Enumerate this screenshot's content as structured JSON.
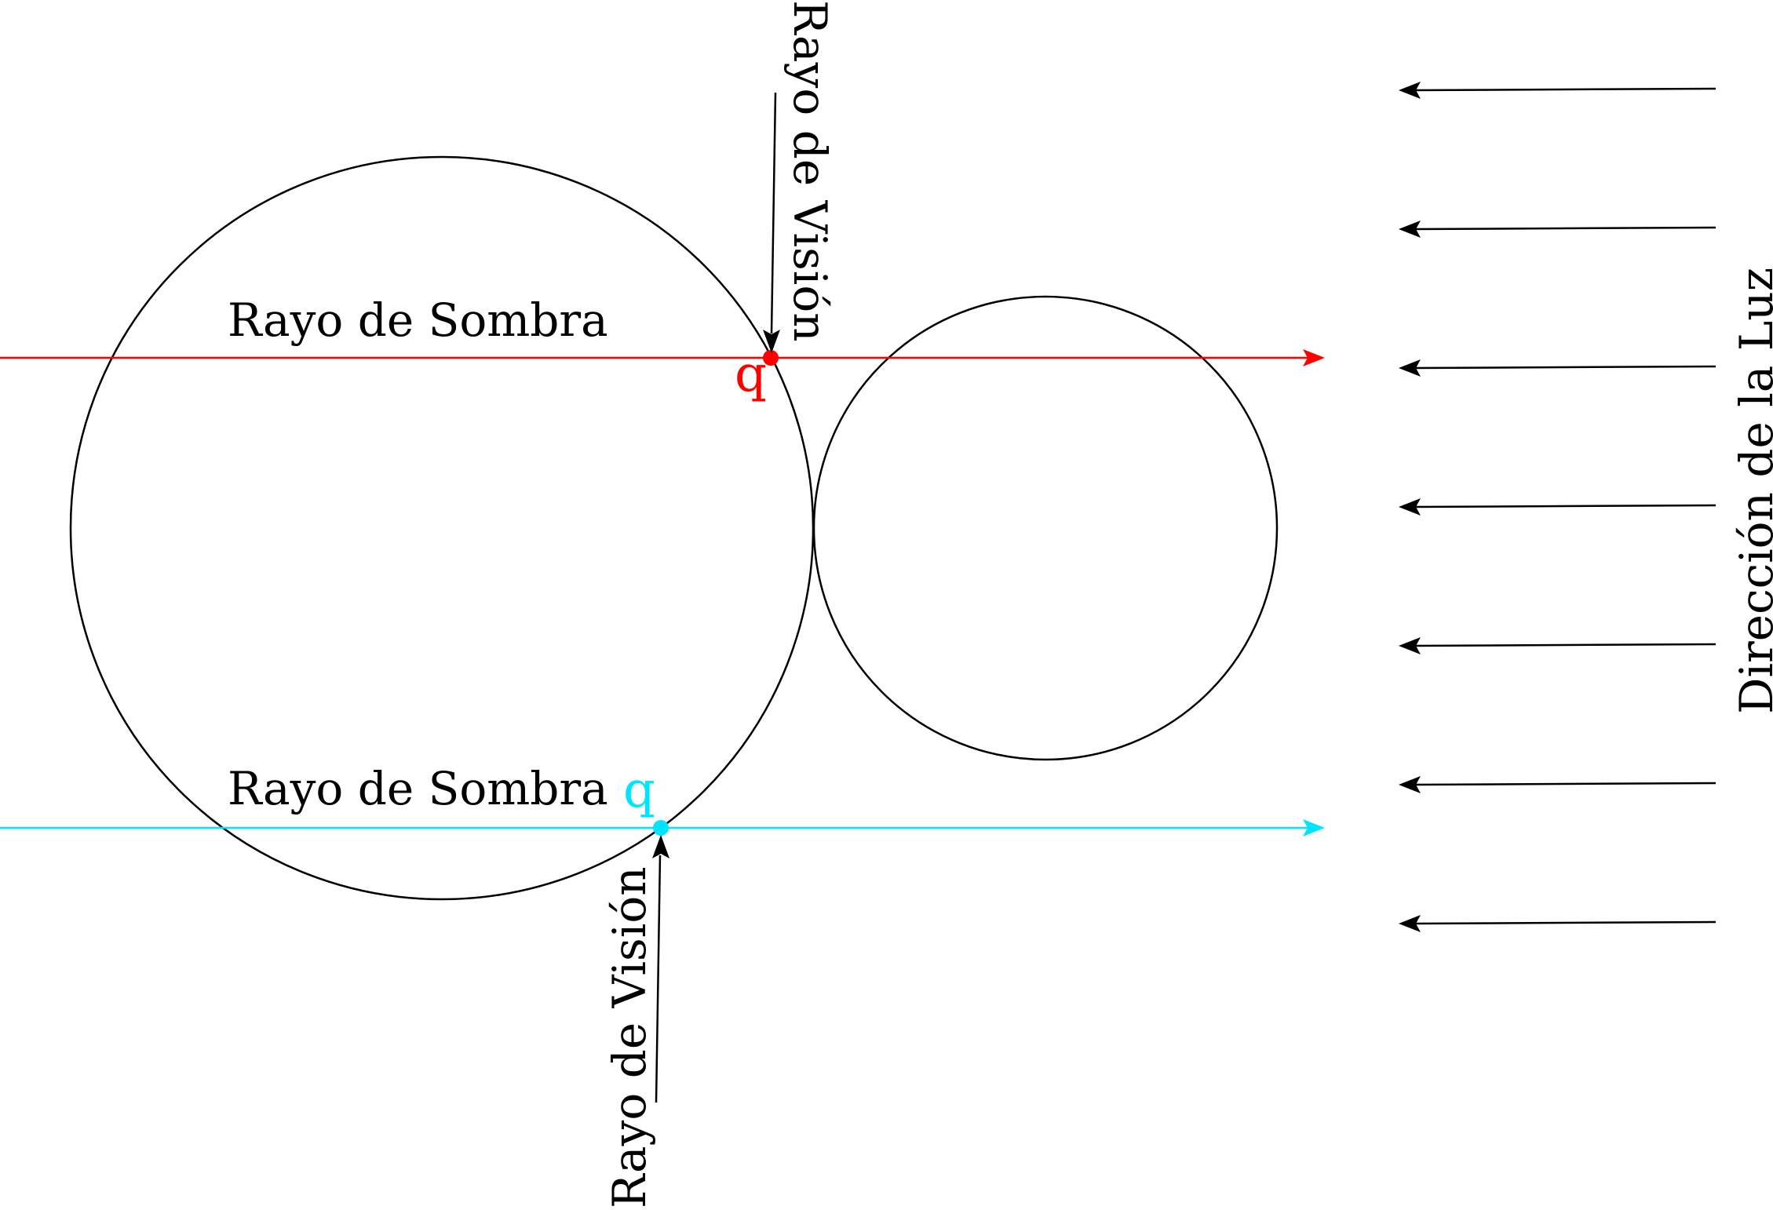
{
  "labels": {
    "shadow_ray_top": "Rayo de Sombra",
    "shadow_ray_bottom": "Rayo de Sombra",
    "view_ray_top": "Rayo de Visión",
    "view_ray_bottom": "Rayo de Visión",
    "light_direction": "Dirección de la Luz",
    "point_top": "q",
    "point_bottom": "q"
  },
  "colors": {
    "shadow_ray_top": "#ff0000",
    "shadow_ray_bottom": "#00e5ff",
    "outline": "#000000"
  }
}
